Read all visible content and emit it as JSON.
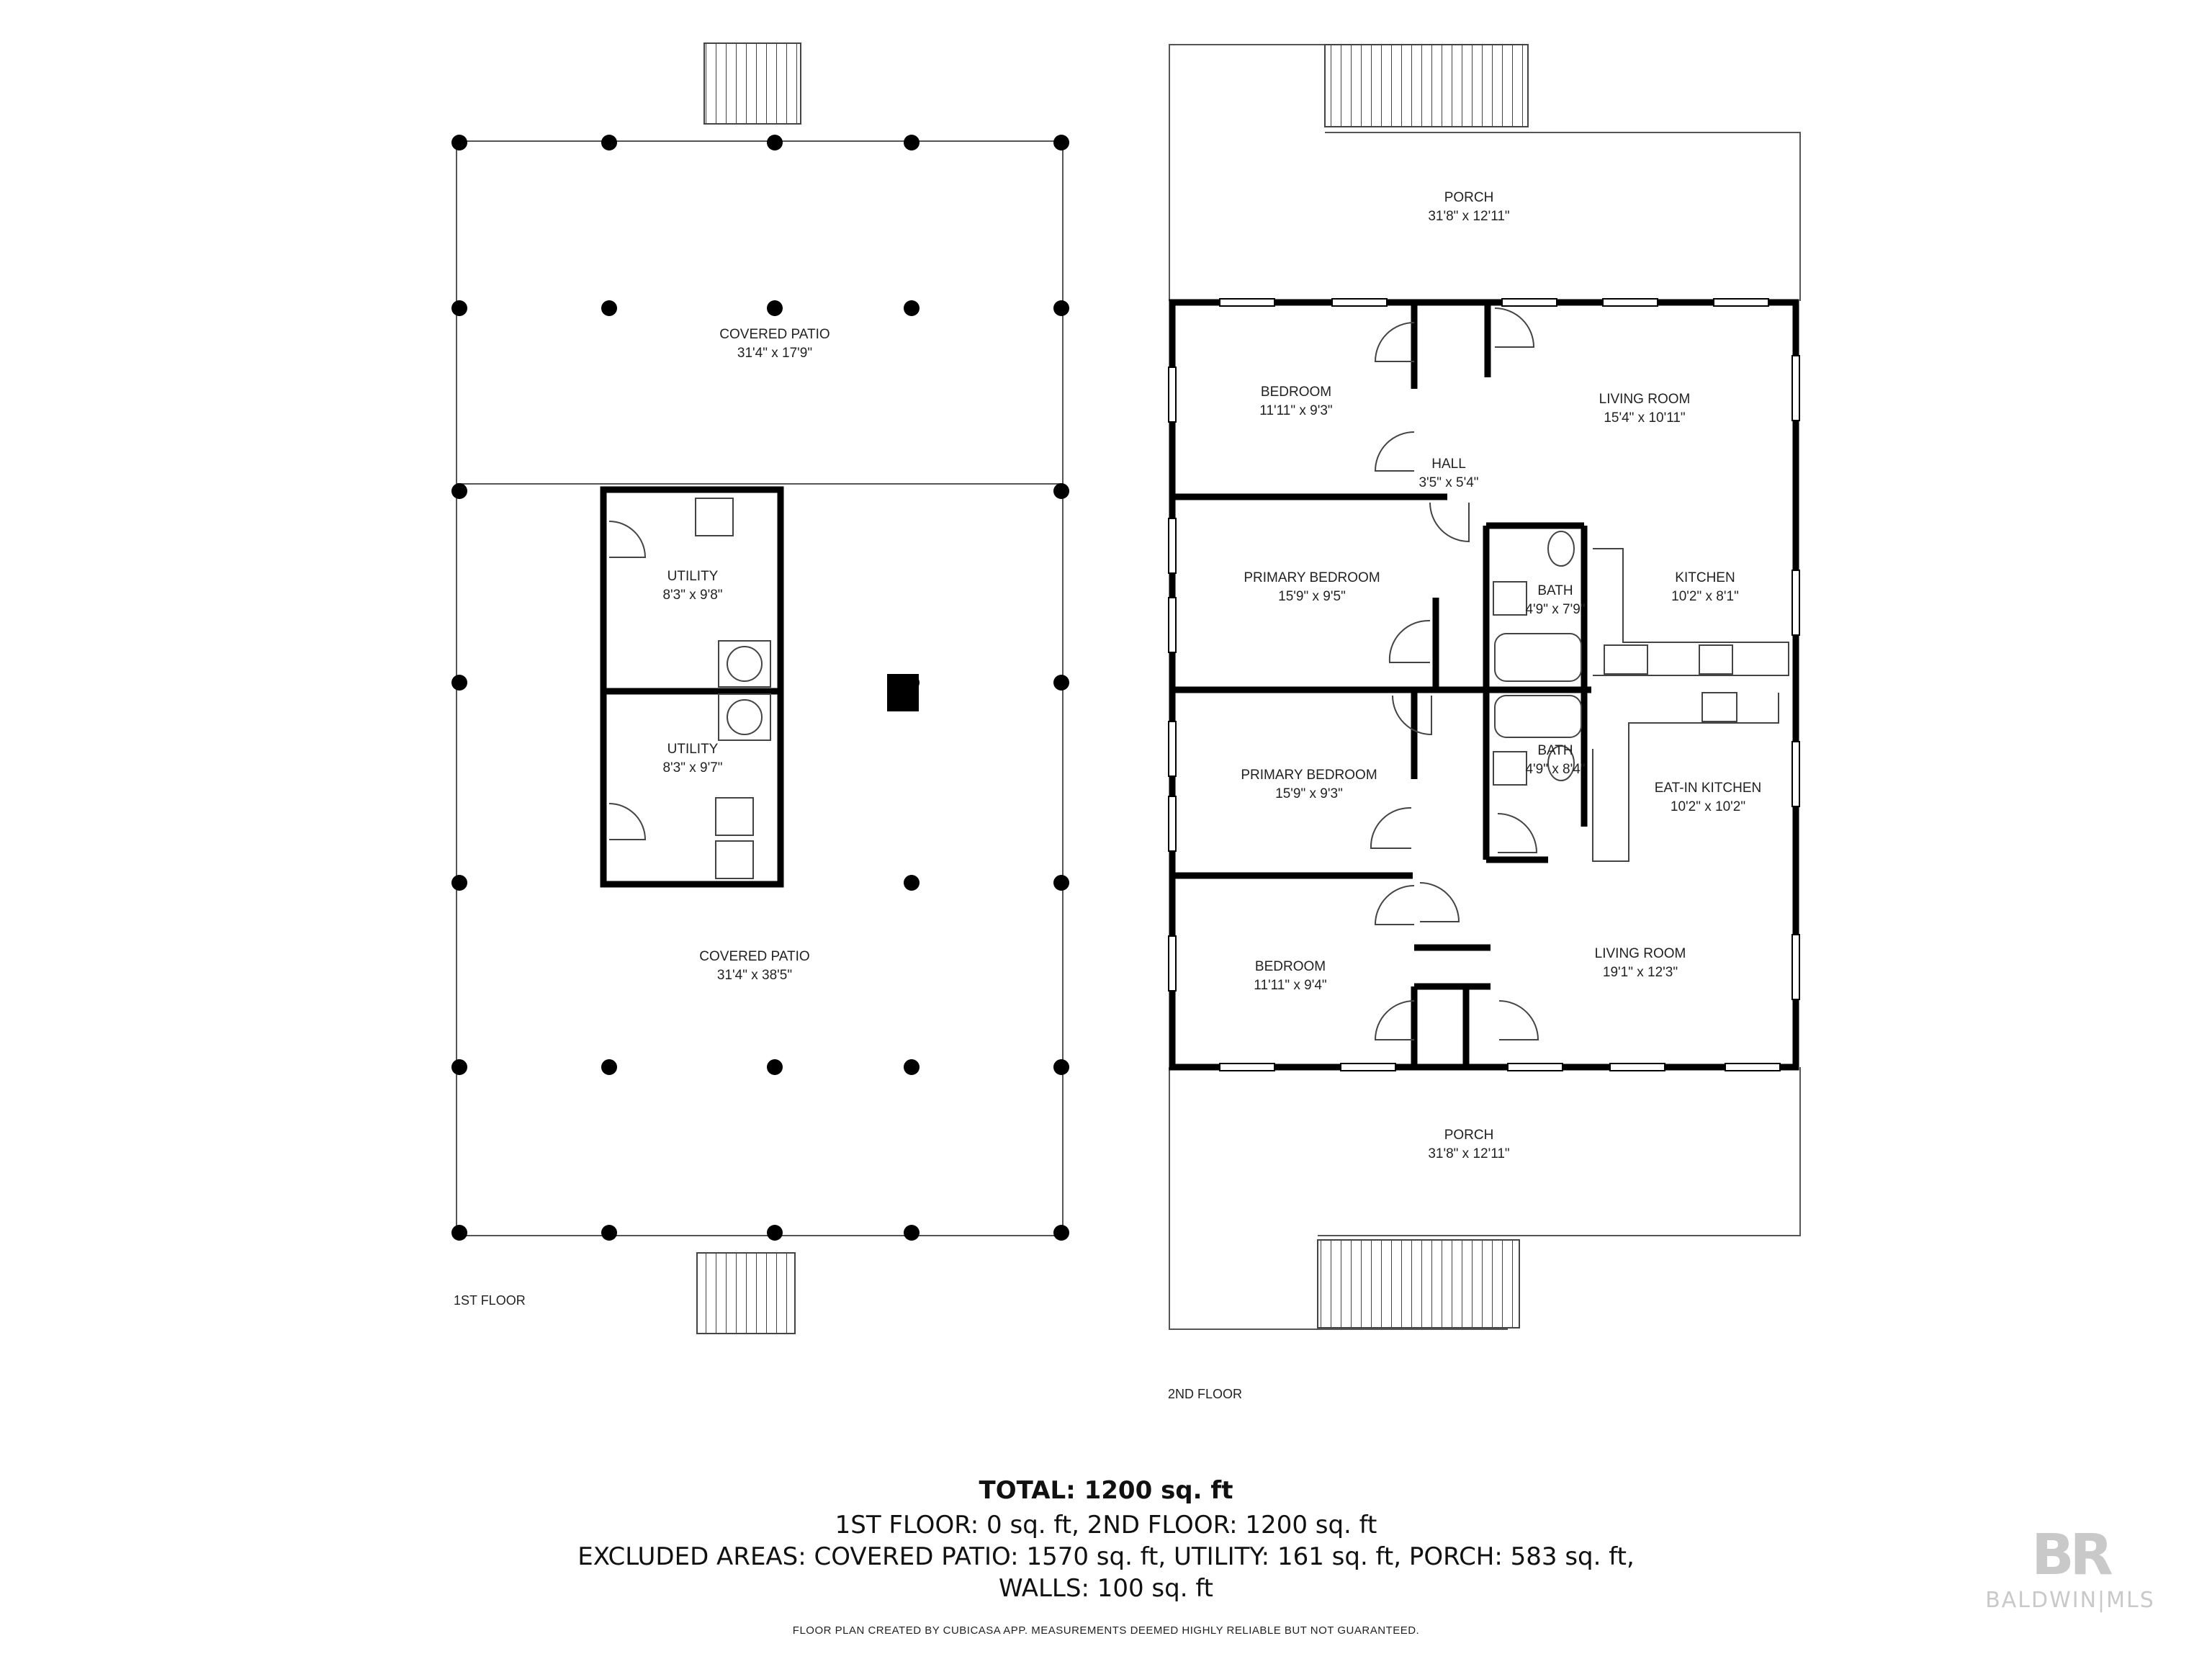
{
  "floors": [
    {
      "label": "1ST FLOOR"
    },
    {
      "label": "2ND FLOOR"
    }
  ],
  "rooms": {
    "covered_patio_top": {
      "name": "COVERED PATIO",
      "size": "31'4\" x 17'9\""
    },
    "utility_1": {
      "name": "UTILITY",
      "size": "8'3\" x 9'8\""
    },
    "utility_2": {
      "name": "UTILITY",
      "size": "8'3\" x 9'7\""
    },
    "covered_patio_bottom": {
      "name": "COVERED PATIO",
      "size": "31'4\" x 38'5\""
    },
    "porch_top": {
      "name": "PORCH",
      "size": "31'8\" x 12'11\""
    },
    "bedroom_top": {
      "name": "BEDROOM",
      "size": "11'11\" x 9'3\""
    },
    "living_room_top": {
      "name": "LIVING ROOM",
      "size": "15'4\" x 10'11\""
    },
    "hall": {
      "name": "HALL",
      "size": "3'5\" x 5'4\""
    },
    "primary_bedroom_top": {
      "name": "PRIMARY BEDROOM",
      "size": "15'9\" x 9'5\""
    },
    "bath_top": {
      "name": "BATH",
      "size": "4'9\" x 7'9\""
    },
    "kitchen": {
      "name": "KITCHEN",
      "size": "10'2\" x 8'1\""
    },
    "primary_bedroom_bottom": {
      "name": "PRIMARY BEDROOM",
      "size": "15'9\" x 9'3\""
    },
    "bath_bottom": {
      "name": "BATH",
      "size": "4'9\" x 8'4\""
    },
    "eat_in_kitchen": {
      "name": "EAT-IN KITCHEN",
      "size": "10'2\" x 10'2\""
    },
    "bedroom_bottom": {
      "name": "BEDROOM",
      "size": "11'11\" x 9'4\""
    },
    "living_room_bottom": {
      "name": "LIVING ROOM",
      "size": "19'1\" x 12'3\""
    },
    "porch_bottom": {
      "name": "PORCH",
      "size": "31'8\" x 12'11\""
    }
  },
  "summary": {
    "total": "TOTAL: 1200 sq. ft",
    "line1": "1ST FLOOR: 0 sq. ft, 2ND FLOOR: 1200 sq. ft",
    "line2": "EXCLUDED AREAS: COVERED PATIO: 1570 sq. ft, UTILITY: 161 sq. ft, PORCH: 583 sq. ft,",
    "line3": "WALLS: 100 sq. ft"
  },
  "disclaimer": "FLOOR PLAN CREATED BY CUBICASA APP. MEASUREMENTS DEEMED HIGHLY RELIABLE BUT NOT GUARANTEED.",
  "logo": {
    "mark": "BR",
    "text": "BALDWIN|MLS"
  },
  "colors": {
    "wall": "#000000",
    "line": "#555555",
    "logo": "#c9c9c9"
  }
}
